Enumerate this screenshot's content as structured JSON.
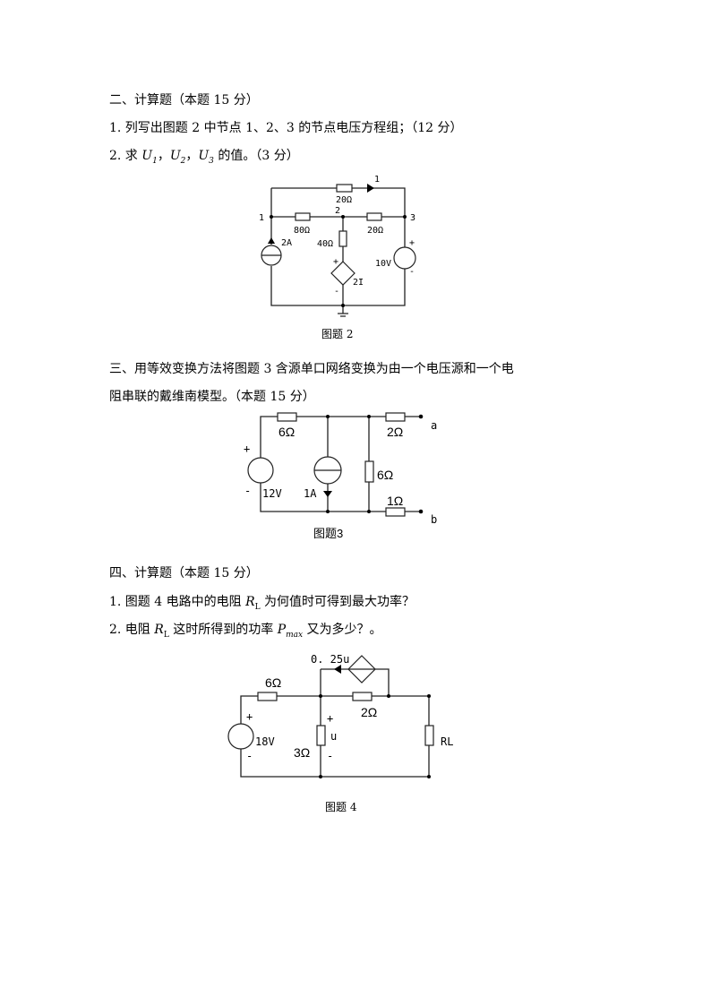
{
  "section2": {
    "heading": "二、计算题（本题 15 分）",
    "q1": "1. 列写出图题 2 中节点 1、2、3 的节点电压方程组；（12 分）",
    "q2_prefix": "2. 求 ",
    "q2_u1": "U",
    "q2_u1_sub": "1",
    "q2_sep1": "，",
    "q2_u2_sub": "2",
    "q2_u3_sub": "3",
    "q2_suffix": " 的值。（3 分）",
    "figure": {
      "caption": "图题 2",
      "labels": {
        "r_top": "20Ω",
        "arrow_label": "1",
        "node1": "1",
        "node2": "2",
        "node3": "3",
        "r_left": "80Ω",
        "r_right": "20Ω",
        "r_mid": "40Ω",
        "isrc": "2A",
        "dep_src": "2I",
        "plus": "+",
        "minus": "-",
        "vsrc": "10V"
      }
    }
  },
  "section3": {
    "line1": "三、用等效变换方法将图题 3 含源单口网络变换为由一个电压源和一个电",
    "line2": "阻串联的戴维南模型。（本题 15 分）",
    "figure": {
      "caption": "图题3",
      "labels": {
        "r1": "6Ω",
        "r2": "2Ω",
        "r3": "6Ω",
        "r4": "1Ω",
        "vsrc": "12V",
        "isrc": "1A",
        "term_a": "a",
        "term_b": "b",
        "plus": "+",
        "minus": "-"
      }
    }
  },
  "section4": {
    "heading": "四、计算题（本题 15 分）",
    "q1_prefix": "1. 图题 4 电路中的电阻 ",
    "rl_r": "R",
    "rl_sub": "L",
    "q1_suffix": " 为何值时可得到最大功率？",
    "q2_prefix": "2. 电阻 ",
    "q2_mid": " 这时所得到的功率 ",
    "pmax_p": "P",
    "pmax_sub": "max",
    "q2_suffix": " 又为多少？。",
    "figure": {
      "caption": "图题 4",
      "labels": {
        "dep": "0. 25u",
        "r1": "6Ω",
        "r2": "2Ω",
        "r3": "3Ω",
        "vsrc": "18V",
        "u": "u",
        "rl": "RL",
        "plus": "+",
        "minus": "-"
      }
    }
  }
}
